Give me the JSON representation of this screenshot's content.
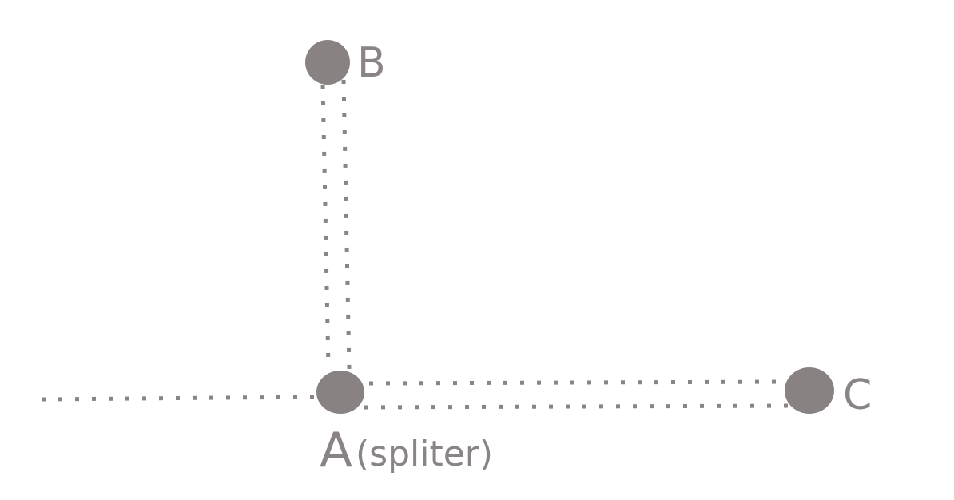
{
  "nodes": {
    "a": {
      "label": "A",
      "sublabel": "(spliter)"
    },
    "b": {
      "label": "B"
    },
    "c": {
      "label": "C"
    }
  },
  "colors": {
    "node": "#888282",
    "line": "#8a8484",
    "label": "#8a8484",
    "background": "#ffffff"
  }
}
